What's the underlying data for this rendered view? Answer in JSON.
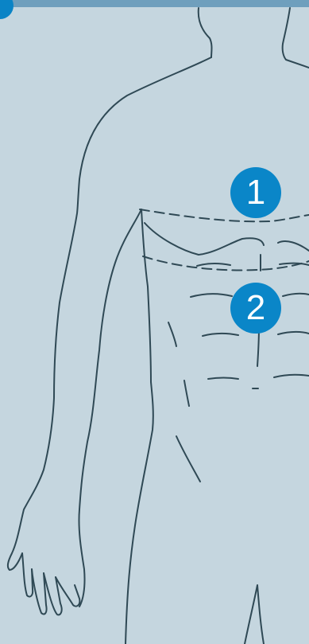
{
  "markers": [
    {
      "label": "1"
    },
    {
      "label": "2"
    }
  ],
  "colors": {
    "background": "#c5d6df",
    "top_band": "#6f9fbd",
    "marker": "#0a86c8",
    "outline": "#2f4955"
  },
  "icons": {
    "figure": "human-torso-front-outline"
  }
}
